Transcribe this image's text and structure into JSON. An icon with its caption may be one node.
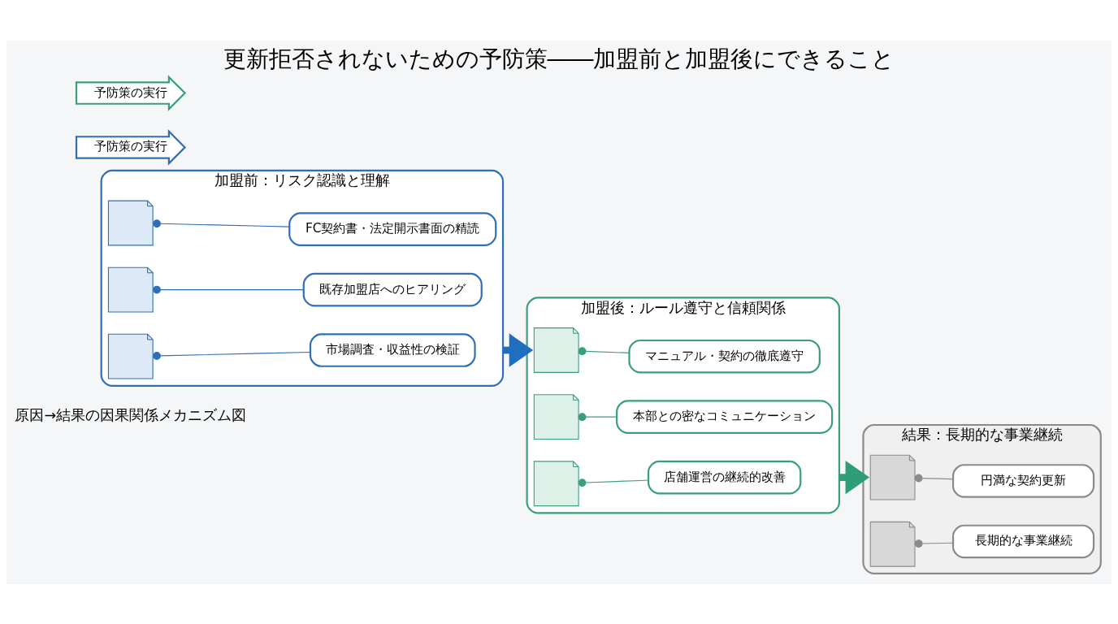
{
  "diagram": {
    "title": "更新拒否されないための予防策――加盟前と加盟後にできること",
    "nodes": [
      {
        "text": [
          "加盟前：リスク認識と理解"
        ]
      },
      {
        "text": [],
        "shape": "picture",
        "in": 0
      },
      {
        "text": [
          "FC契約書・法定開示書面の精読"
        ],
        "in": 0
      },
      {
        "text": [],
        "shape": "picture",
        "in": 0
      },
      {
        "text": [
          "既存加盟店へのヒアリング"
        ],
        "in": 0
      },
      {
        "text": [],
        "shape": "picture",
        "in": 0
      },
      {
        "text": [
          "市場調査・収益性の検証"
        ],
        "in": 0
      },
      {
        "text": [
          "加盟後：ルール遵守と信頼関係"
        ]
      },
      {
        "text": [],
        "shape": "picture",
        "in": 7
      },
      {
        "text": [
          "マニュアル・契約の徹底遵守"
        ],
        "in": 7
      },
      {
        "text": [],
        "shape": "picture",
        "in": 7
      },
      {
        "text": [
          "本部との密なコミュニケーション"
        ],
        "in": 7
      },
      {
        "text": [],
        "shape": "picture",
        "in": 7
      },
      {
        "text": [
          "店舗運営の継続的改善"
        ],
        "in": 7
      },
      {
        "text": [
          "結果：長期的な事業継続"
        ]
      },
      {
        "text": [],
        "shape": "picture",
        "in": 14
      },
      {
        "text": [
          "円満な契約更新"
        ],
        "in": 14
      },
      {
        "text": [],
        "shape": "picture",
        "in": 14
      },
      {
        "text": [
          "長期的な事業継続"
        ],
        "in": 14
      },
      {
        "text": [
          "予防策の実行"
        ]
      },
      {
        "text": [
          "予防策の実行"
        ]
      }
    ],
    "edges": [
      {
        "from": 1,
        "to": 2,
        "arrow": "other",
        "color": "#2f6fb5"
      },
      {
        "from": 3,
        "to": 4,
        "arrow": "other",
        "color": "#2f6fb5"
      },
      {
        "from": 5,
        "to": 6,
        "arrow": "other",
        "color": "#2f6fb5"
      },
      {
        "from": 8,
        "to": 9,
        "arrow": "other",
        "color": "#3a9e7a"
      },
      {
        "from": 10,
        "to": 11,
        "arrow": "other",
        "color": "#3a9e7a"
      },
      {
        "from": 12,
        "to": 13,
        "arrow": "other",
        "color": "#3a9e7a"
      },
      {
        "from": 15,
        "to": 16,
        "arrow": "other",
        "color": "#8a8a8a"
      },
      {
        "from": 17,
        "to": 18,
        "arrow": "other",
        "color": "#8a8a8a"
      },
      {
        "from": 0,
        "to": 7,
        "arrow": "to",
        "style": "thick",
        "color": "#1f6fc0"
      },
      {
        "from": 7,
        "to": 14,
        "arrow": "to",
        "style": "thick",
        "color": "#2e9e78"
      }
    ],
    "labels": [
      "原因→結果の因果関係メカニズム図"
    ]
  }
}
